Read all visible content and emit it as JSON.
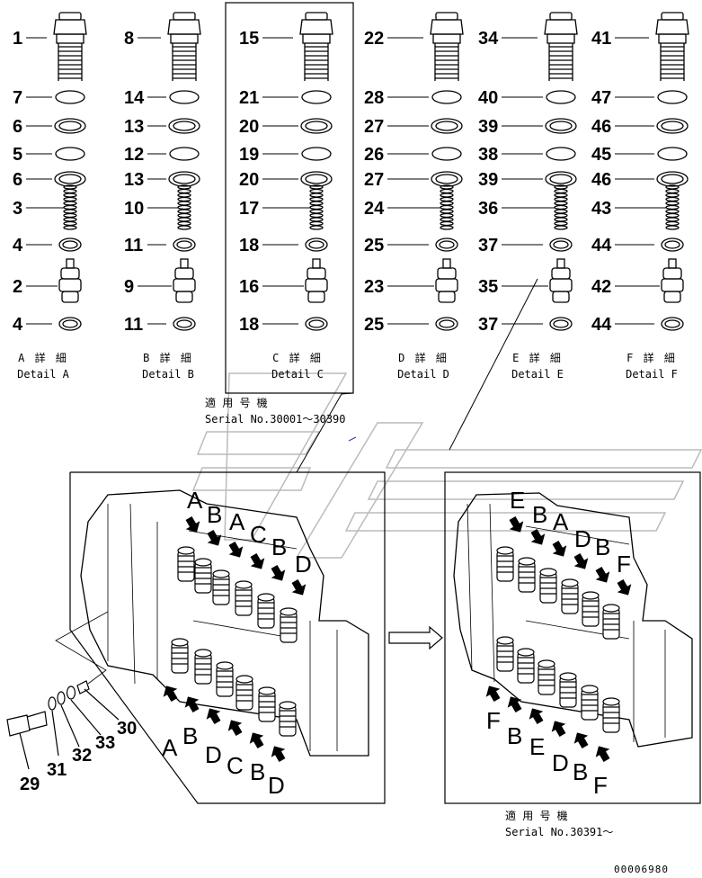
{
  "detail_columns": [
    {
      "id": "A",
      "parts": [
        "1",
        "7",
        "6",
        "5",
        "6",
        "3",
        "4",
        "2",
        "4"
      ],
      "caption_jp": "A 詳 細",
      "caption_en": "Detail A"
    },
    {
      "id": "B",
      "parts": [
        "8",
        "14",
        "13",
        "12",
        "13",
        "10",
        "11",
        "9",
        "11"
      ],
      "caption_jp": "B 詳 細",
      "caption_en": "Detail B"
    },
    {
      "id": "C",
      "parts": [
        "15",
        "21",
        "20",
        "19",
        "20",
        "17",
        "18",
        "16",
        "18"
      ],
      "caption_jp": "C 詳 細",
      "caption_en": "Detail C"
    },
    {
      "id": "D",
      "parts": [
        "22",
        "28",
        "27",
        "26",
        "27",
        "24",
        "25",
        "23",
        "25"
      ],
      "caption_jp": "D 詳 細",
      "caption_en": "Detail D"
    },
    {
      "id": "E",
      "parts": [
        "34",
        "40",
        "39",
        "38",
        "39",
        "36",
        "37",
        "35",
        "37"
      ],
      "caption_jp": "E 詳 細",
      "caption_en": "Detail E"
    },
    {
      "id": "F",
      "parts": [
        "41",
        "47",
        "46",
        "45",
        "46",
        "43",
        "44",
        "42",
        "44"
      ],
      "caption_jp": "F 詳 細",
      "caption_en": "Detail F"
    }
  ],
  "serial_1": {
    "label": "適 用 号 機",
    "serial": "Serial No.30001～30390"
  },
  "serial_2": {
    "label": "適 用 号 機",
    "serial": "Serial No.30391～"
  },
  "left_view": {
    "top_letters": [
      "A",
      "B",
      "A",
      "C",
      "B",
      "D"
    ],
    "bottom_letters": [
      "A",
      "B",
      "D",
      "C",
      "B",
      "D"
    ]
  },
  "right_view": {
    "top_letters": [
      "E",
      "B",
      "A",
      "D",
      "B",
      "F"
    ],
    "bottom_letters": [
      "F",
      "B",
      "E",
      "D",
      "B",
      "F"
    ]
  },
  "side_parts": [
    "29",
    "31",
    "32",
    "33",
    "30"
  ],
  "drawing_code": "00006980"
}
